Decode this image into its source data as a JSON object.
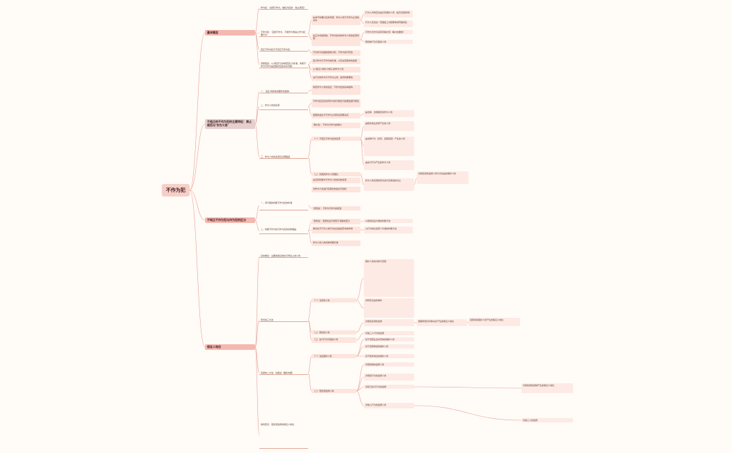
{
  "root": "不作为犯",
  "branches": [
    {
      "label": "基本概念",
      "children": [
        {
          "text": "作为犯：‘禁者不作为，被犯为犯的’（禁止规范）"
        },
        {
          "text": "不作为犯：‘应能不作为，不能作为而禁止作为犯罪行为’"
        },
        {
          "text": "真正不作为犯与不真正不作为犯"
        },
        {
          "text": "真假混合：以‘特定行为的规范性’为标准，判断不作为与作为是否相对应的关系问题"
        }
      ]
    },
    {
      "label": "不纯正的不作为犯的主要特征：禁止规范与‘作为义务’",
      "children": [
        {
          "text": "一、‘违反’特别构成要件的结构"
        },
        {
          "text": "二、作为义务的来源"
        },
        {
          "text": "三、作为义务的来源及证明程度"
        }
      ]
    },
    {
      "label": "不纯正不作为犯与作为犯的区分",
      "children": [
        {
          "text": "一、真与假的判断不作为犯的标准"
        },
        {
          "text": "二、判断不作为犯与作为犯的具体理由"
        }
      ]
    },
    {
      "label": "保证人地位",
      "children": [
        {
          "text": "基本概念：主要的保证地位与刑法上的义务"
        },
        {
          "text": "形式的三分法"
        },
        {
          "text": "实质的二分法：功能说（雅科布斯）"
        },
        {
          "text": "批判意见：危险源监督的保证人地位"
        }
      ]
    }
  ],
  "details": {
    "b1": [
      "在本节中要讨论的问题：作为义务与不作为之间的关系",
      "在正文中提到的，不作为犯中的作为义务的来源问题",
      "行为作为基础的结构分析，不作为的可罚性",
      "区分作为与不作为的标准，以及在实践中的适用",
      "以‘保证人地位’为核心的作为义务",
      "在行为的作为与不作为之间，如何判断罪责"
    ],
    "b1r": [
      "行为人对特定法益负有保护义务（最高法院判例）",
      "行为人应当在一定程度上对结果承担刑事责任",
      "不作为与作为具有同等价值（等价性要求）",
      "危险前行为引起的义务"
    ],
    "b2": [
      "特定作为义务的违反：不作为犯的基本结构",
      "不作为犯应当具有作为的可能性与结果回避可能性",
      "结果的发生与不作为之间存在因果关系",
      "‘等价性’：不作为与作为的等价",
      "（一）不纯正不作为犯的来源",
      "（二）实质的作为义务理论",
      "在实际判断中不作为义务的具体来源",
      "对作为义务进行实质化的尝试与批判"
    ],
    "b2r": [
      "由法律、法规规定的作为义务",
      "由职务或业务所产生的义务",
      "由法律行为（合同、自愿接受）产生的义务",
      "由先行行为产生的作为义务",
      "作为义务来源的形式说与实质说的对立",
      "对危险源的监督义务与对法益的保护义务"
    ],
    "b3": [
      "‘原因说’：不作为与作为的区别",
      "‘危险说’：危险创设与危险不消除的区分",
      "重点在于行为人的行为在法益侵害中的作用",
      "作为义务人的具体判断标准"
    ],
    "b3r": [
      "以危险创设为准的判断方法",
      "以行为的社会意义为准的判断方法"
    ],
    "b4": [
      "（一）法定的义务",
      "（二）契约的义务",
      "（三）先行行为引起的义务",
      "（一）法益保护义务",
      "（二）危险源监督义务",
      "保护义务的对象与范围",
      "对特定法益的保护",
      "对危险来源的监督",
      "对第三人行为的监督"
    ],
    "b4r": [
      "基于紧密生活共同体的保护义务",
      "基于自愿承担的保护义务",
      "基于职务地位的保护义务",
      "对危险物的监督义务",
      "对危险行为的监督义务",
      "对自己先行行为的监督",
      "对他人行为的监督义务"
    ],
    "far": [
      "根据紧密共同体关系产生的保证人地位",
      "自愿承担保护义务产生的保证人地位",
      "对危险源的控制产生的保证人地位",
      "对第三人的监督"
    ]
  }
}
